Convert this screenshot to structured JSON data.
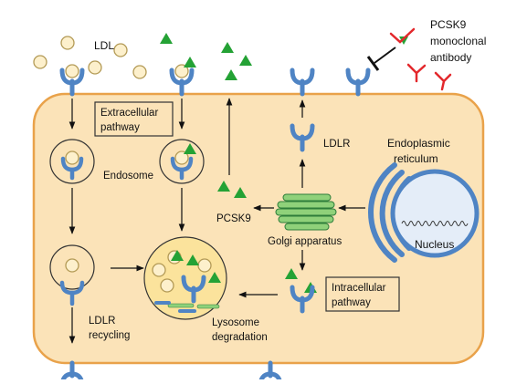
{
  "labels": {
    "ldl": "LDL",
    "pcsk9_antibody_lines": [
      "PCSK9",
      "monoclonal",
      "antibody"
    ],
    "extracellular_lines": [
      "Extracellular",
      "pathway"
    ],
    "endosome": "Endosome",
    "ldlr": "LDLR",
    "er_lines": [
      "Endoplasmic",
      "reticulum"
    ],
    "nucleus": "Nucleus",
    "pcsk9": "PCSK9",
    "golgi": "Golgi apparatus",
    "intracellular_lines": [
      "Intracellular",
      "pathway"
    ],
    "ldlr_recycling_lines": [
      "LDLR",
      "recycling"
    ],
    "lysosome_lines": [
      "Lysosome",
      "degradation"
    ]
  },
  "colors": {
    "cell_fill": "#fbe3b8",
    "cell_stroke": "#e9a24a",
    "receptor": "#4f84c4",
    "ldl_fill": "#fdf0cc",
    "ldl_stroke": "#b39a55",
    "pcsk9": "#24a235",
    "golgi": "#8fd17a",
    "golgi_stroke": "#2e7d3a",
    "antibody": "#e3282c",
    "nucleus_fill": "#e4edf8",
    "er": "#4f84c4",
    "lysosome_fill": "#fbe39c"
  }
}
